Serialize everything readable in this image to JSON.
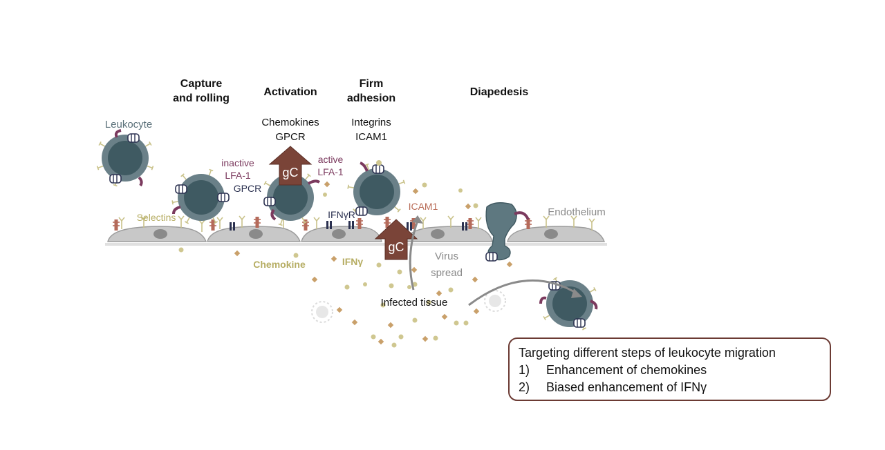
{
  "stages": {
    "capture_line1": "Capture",
    "capture_line2": "and rolling",
    "activation": "Activation",
    "firm_line1": "Firm",
    "firm_line2": "adhesion",
    "diapedesis": "Diapedesis"
  },
  "molecules": {
    "activation_line1": "Chemokines",
    "activation_line2": "GPCR",
    "adhesion_line1": "Integrins",
    "adhesion_line2": "ICAM1"
  },
  "labels": {
    "leukocyte": "Leukocyte",
    "selectins": "Selectins",
    "inactive_line1": "inactive",
    "inactive_line2": "LFA-1",
    "gpcr": "GPCR",
    "active_line1": "active",
    "active_line2": "LFA-1",
    "ifngr": "IFNγR",
    "icam1": "ICAM1",
    "endothelium": "Endothelium",
    "chemokine": "Chemokine",
    "ifng": "IFNγ",
    "virus_line1": "Virus",
    "virus_line2": "spread",
    "infected_tissue": "Infected tissue",
    "gc": "gC"
  },
  "targeting_box": {
    "title": "Targeting different steps of leukocyte migration",
    "item1_num": "1)",
    "item1_text": "Enhancement of chemokines",
    "item2_num": "2)",
    "item2_text": "Biased enhancement of IFNγ"
  },
  "colors": {
    "leukocyte_fill": "#5e7880",
    "leukocyte_core": "#3f5860",
    "endothelium_fill": "#c8c8c8",
    "gc_arrow": "#7a4438",
    "box_border": "#6b3a33"
  }
}
